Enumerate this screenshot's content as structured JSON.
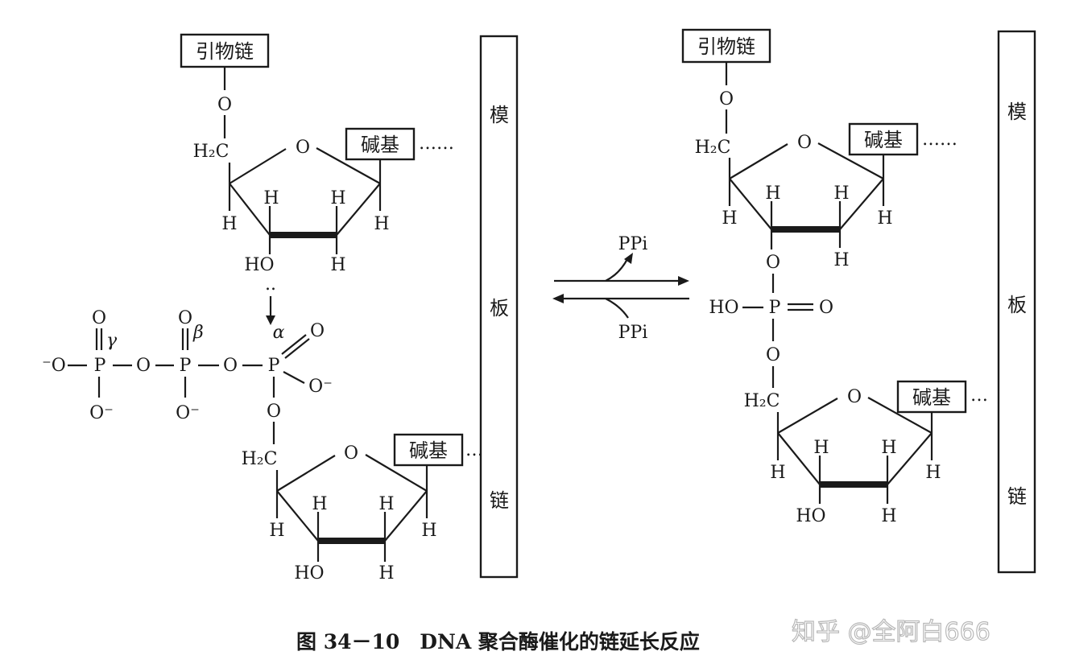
{
  "labels": {
    "primer": "引物链",
    "base": "碱基",
    "template_chars": [
      "模",
      "板",
      "链"
    ],
    "dots_long": "……",
    "dots_short": "…",
    "O": "O",
    "H": "H",
    "H2C": "H₂C",
    "HO": "HO",
    "lone_pair": "..",
    "P": "P",
    "neg_O": "⁻O",
    "O_neg": "O⁻",
    "gamma": "γ",
    "beta": "β",
    "alpha": "α",
    "PPi": "PPi",
    "HO_P": "HO",
    "P_double_O": "O"
  },
  "caption": "图 34－10　DNA 聚合酶催化的链延长反应",
  "watermark": "知乎 @全阿白666"
}
